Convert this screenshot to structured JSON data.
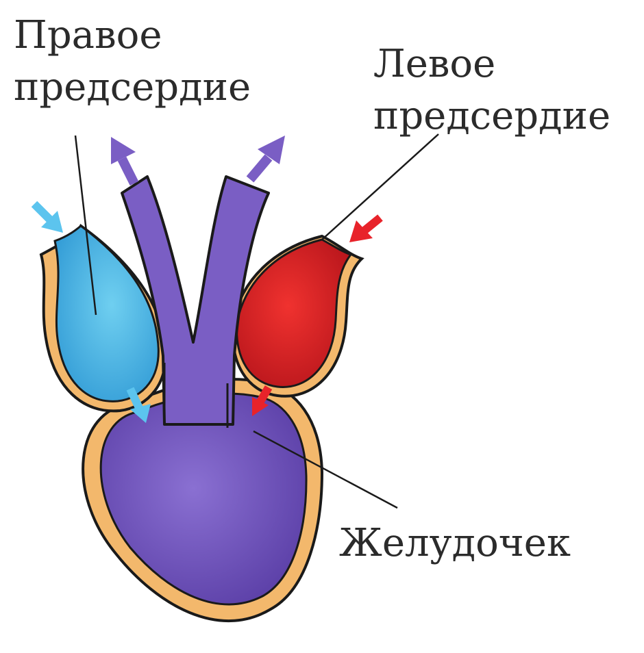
{
  "labels": {
    "right_atrium": [
      "Правое",
      "предсердие"
    ],
    "left_atrium": [
      "Левое",
      "предсердие"
    ],
    "ventricle": "Желудочек"
  },
  "colors": {
    "outline": "#1a1a1a",
    "wall": "#f3b86c",
    "ventricle": "#7a5ec4",
    "ventricle_dark": "#5b3fa6",
    "right_atrium": "#5bc3ea",
    "right_atrium_dark": "#2f9ad6",
    "left_atrium": "#e8232a",
    "left_atrium_dark": "#b81218",
    "arrow_blue": "#5cc4ee",
    "arrow_red": "#e8232a",
    "arrow_purple": "#7a5ec4",
    "leader_line": "#1a1a1a"
  }
}
